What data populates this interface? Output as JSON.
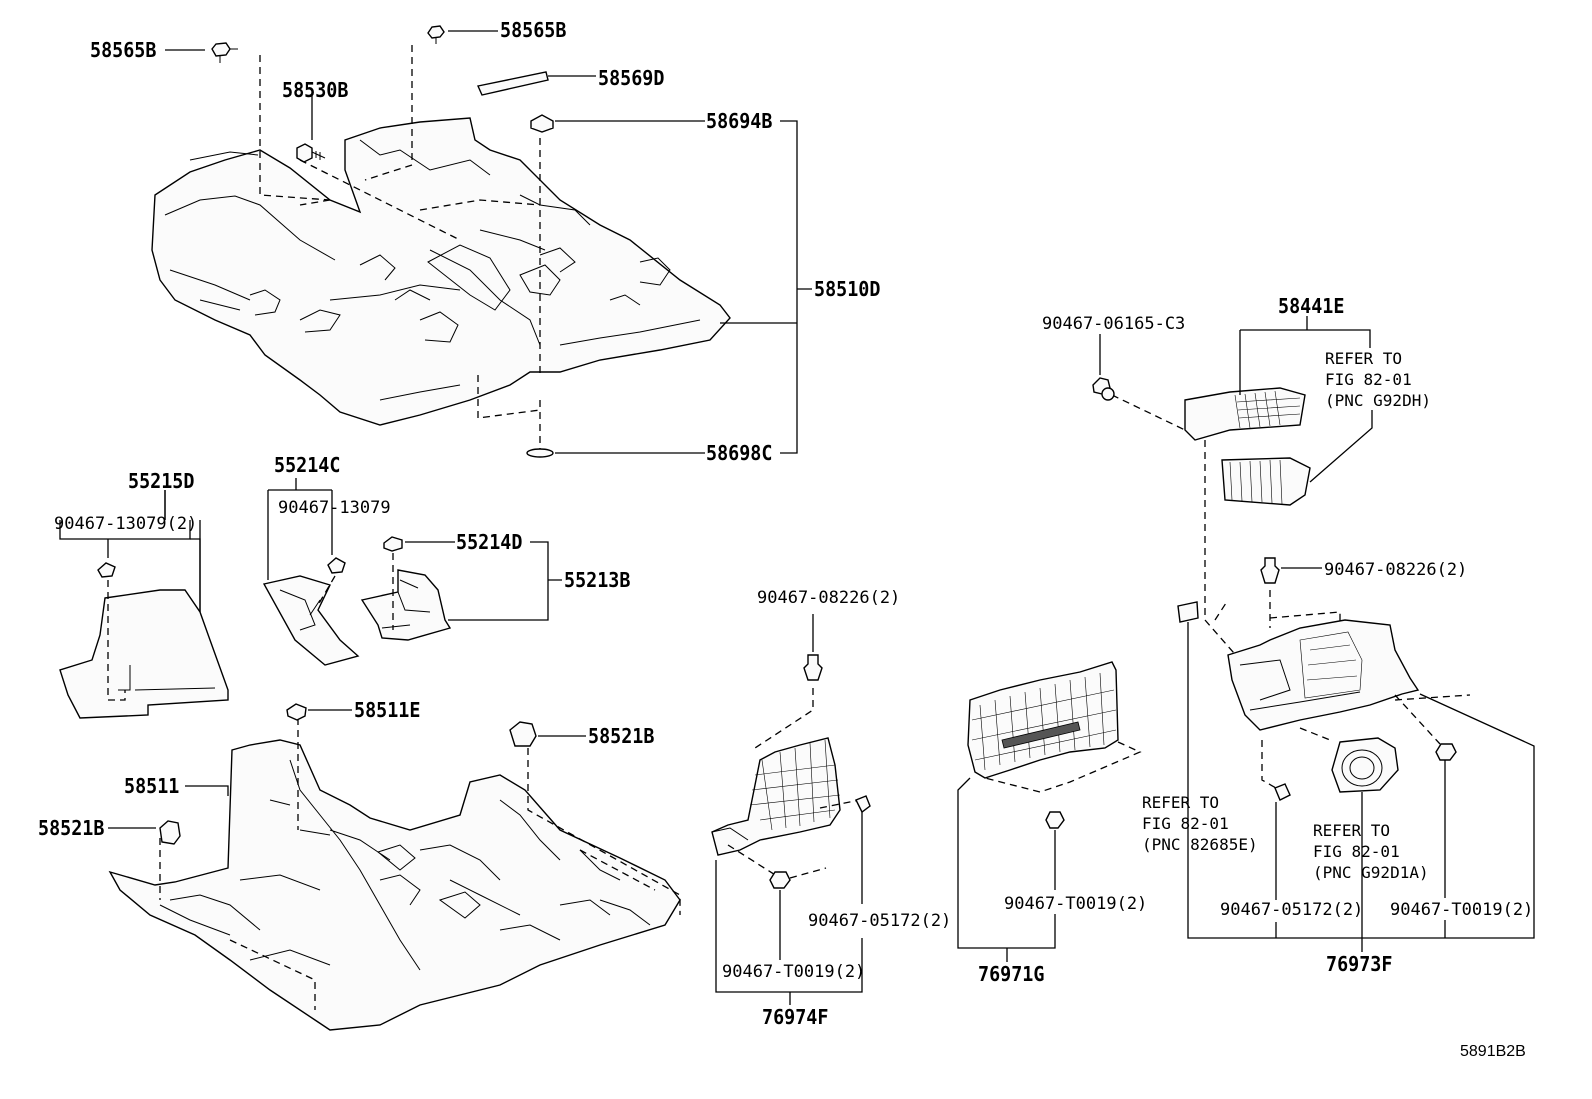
{
  "diagram_id": "5891B2B",
  "callouts": {
    "c58565B_a": "58565B",
    "c58565B_b": "58565B",
    "c58530B": "58530B",
    "c58569D": "58569D",
    "c58694B": "58694B",
    "c58510D": "58510D",
    "c58698C": "58698C",
    "c55215D": "55215D",
    "c90467_13079_2": "90467-13079(2)",
    "c55214C": "55214C",
    "c90467_13079": "90467-13079",
    "c55214D": "55214D",
    "c55213B": "55213B",
    "c58511E": "58511E",
    "c58521B_a": "58521B",
    "c58511": "58511",
    "c58521B_b": "58521B",
    "c90467_08226_a": "90467-08226(2)",
    "c90467_T0019_a": "90467-T0019(2)",
    "c90467_05172_a": "90467-05172(2)",
    "c76974F": "76974F",
    "c90467_T0019_b": "90467-T0019(2)",
    "c76971G": "76971G",
    "c90467_06165": "90467-06165-C3",
    "c58441E": "58441E",
    "c90467_08226_b": "90467-08226(2)",
    "c90467_05172_b": "90467-05172(2)",
    "c90467_T0019_c": "90467-T0019(2)",
    "c76973F": "76973F"
  },
  "references": {
    "ref_g92dh": [
      "REFER TO",
      "FIG 82-01",
      "(PNC G92DH)"
    ],
    "ref_82685e": [
      "REFER TO",
      "FIG 82-01",
      "(PNC 82685E)"
    ],
    "ref_g92d1a": [
      "REFER TO",
      "FIG 82-01",
      "(PNC G92D1A)"
    ]
  }
}
